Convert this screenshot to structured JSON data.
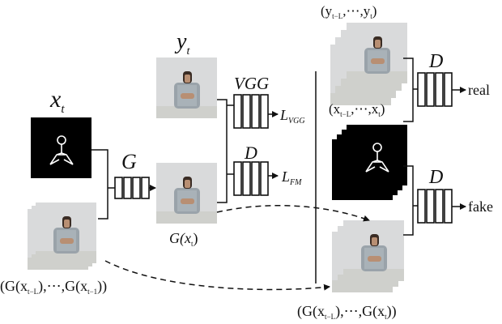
{
  "labels": {
    "x_t_sym": "x",
    "x_t_sub": "t",
    "y_t_sym": "y",
    "y_t_sub": "t",
    "G": "G",
    "G_x_t": "G(x",
    "G_x_t_sub": "t",
    "G_x_t_close": ")",
    "prev_gen": "(G(x",
    "prev_gen_sub1": "t−L",
    "prev_gen_mid": "),⋯,G(x",
    "prev_gen_sub2": "t−1",
    "prev_gen_close": "))",
    "VGG": "VGG",
    "L_VGG": "L",
    "L_VGG_sub": "VGG",
    "D_mid": "D",
    "L_FM": "L",
    "L_FM_sub": "FM",
    "y_seq": "(y",
    "y_seq_sub1": "t−L",
    "y_seq_mid": ",⋯,y",
    "y_seq_sub2": "t",
    "y_seq_close": ")",
    "x_seq": "(x",
    "x_seq_sub1": "t−L",
    "x_seq_mid": ",⋯,x",
    "x_seq_sub2": "t",
    "x_seq_close": ")",
    "D_top": "D",
    "real": "real",
    "D_bottom": "D",
    "fake": "fake",
    "gen_seq": "(G(x",
    "gen_seq_sub1": "t−L",
    "gen_seq_mid": "),⋯,G(x",
    "gen_seq_sub2": "t",
    "gen_seq_close": "))"
  }
}
